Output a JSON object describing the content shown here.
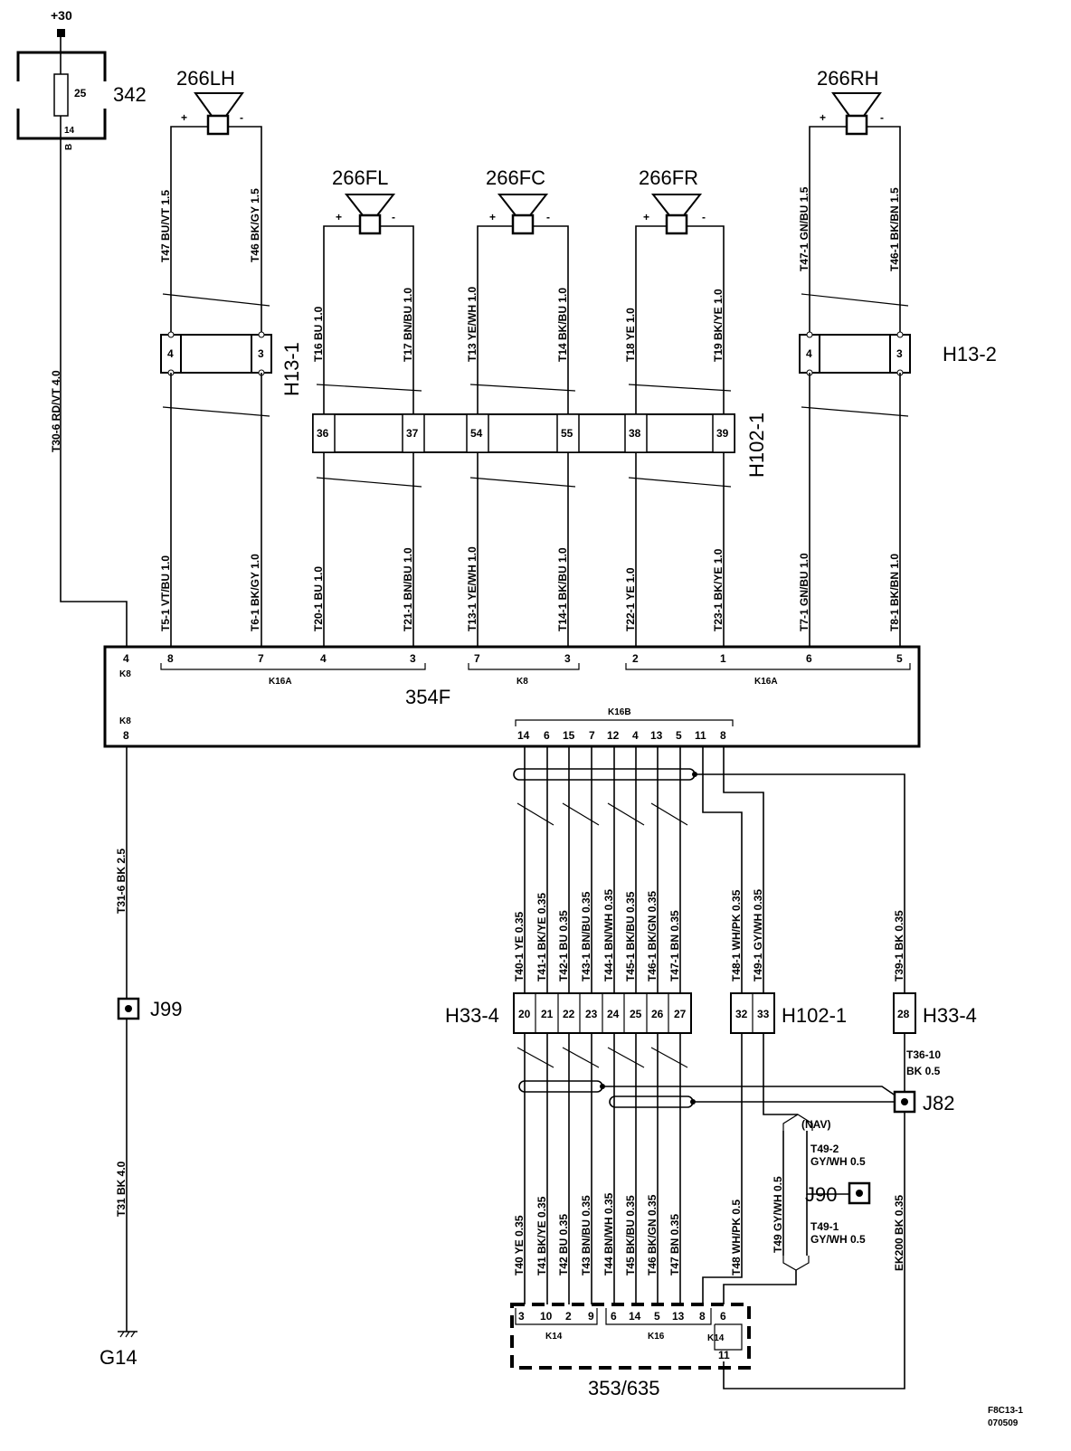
{
  "power": {
    "label": "+30"
  },
  "fuse": {
    "id": "342",
    "rating": "25",
    "pin": "14",
    "pin_letter": "B"
  },
  "speakers": {
    "lh": {
      "id": "266LH",
      "pos": "+",
      "neg": "-",
      "wire_pos": "T47  BU/VT  1.5",
      "wire_neg": "T46  BK/GY  1.5"
    },
    "fl": {
      "id": "266FL",
      "pos": "+",
      "neg": "-",
      "wire_pos": "T16  BU  1.0",
      "wire_neg": "T17  BN/BU  1.0"
    },
    "fc": {
      "id": "266FC",
      "pos": "+",
      "neg": "-",
      "wire_pos": "T13  YE/WH  1.0",
      "wire_neg": "T14  BK/BU  1.0"
    },
    "fr": {
      "id": "266FR",
      "pos": "+",
      "neg": "-",
      "wire_pos": "T18  YE  1.0",
      "wire_neg": "T19  BK/YE  1.0"
    },
    "rh": {
      "id": "266RH",
      "pos": "+",
      "neg": "-",
      "wire_pos": "T47-1  GN/BU  1.5",
      "wire_neg": "T46-1  BK/BN  1.5"
    }
  },
  "connectors": {
    "h13_1": {
      "label": "H13-1",
      "pins": [
        "4",
        "3"
      ]
    },
    "h13_2": {
      "label": "H13-2",
      "pins": [
        "4",
        "3"
      ]
    },
    "h102_1_top": {
      "label": "H102-1",
      "pins": [
        "36",
        "37",
        "54",
        "55",
        "38",
        "39"
      ]
    },
    "h33_4_main": {
      "label": "H33-4",
      "pins": [
        "20",
        "21",
        "22",
        "23",
        "24",
        "25",
        "26",
        "27"
      ]
    },
    "h102_1_bottom": {
      "label": "H102-1",
      "pins": [
        "32",
        "33"
      ]
    },
    "h33_4_right": {
      "label": "H33-4",
      "pins": [
        "28"
      ]
    }
  },
  "lower_wires_from_354": {
    "t5_1": "T5-1  VT/BU  1.0",
    "t6_1": "T6-1  BK/GY  1.0",
    "t20_1": "T20-1  BU  1.0",
    "t21_1": "T21-1  BN/BU  1.0",
    "t13_1": "T13-1  YE/WH  1.0",
    "t14_1": "T14-1  BK/BU  1.0",
    "t22_1": "T22-1  YE  1.0",
    "t23_1": "T23-1  BK/YE  1.0",
    "t7_1": "T7-1  GN/BU  1.0",
    "t8_1": "T8-1  BK/BN  1.0",
    "t30_6": "T30-6  RD/VT  4.0"
  },
  "module_354": {
    "id": "354F",
    "top_pins": [
      "4",
      "8",
      "7",
      "4",
      "3",
      "7",
      "3",
      "2",
      "1",
      "6",
      "5"
    ],
    "top_left_sub": "K8",
    "groups": [
      "K16A",
      "K8",
      "K16A"
    ],
    "bottom_left_sub": "K8",
    "bottom_left_pin": "8",
    "k16b_label": "K16B",
    "bottom_pins": [
      "14",
      "6",
      "15",
      "7",
      "12",
      "4",
      "13",
      "5",
      "11",
      "8"
    ]
  },
  "mid_wires": {
    "t31_6": "T31-6  BK  2.5",
    "t40_1": "T40-1  YE  0.35",
    "t41_1": "T41-1  BK/YE  0.35",
    "t42_1": "T42-1  BU  0.35",
    "t43_1": "T43-1  BN/BU  0.35",
    "t44_1": "T44-1  BN/WH  0.35",
    "t45_1": "T45-1  BK/BU  0.35",
    "t46_1": "T46-1  BK/GN  0.35",
    "t47_1": "T47-1  BN  0.35",
    "t48_1": "T48-1  WH/PK  0.35",
    "t49_1": "T49-1  GY/WH  0.35",
    "t39_1": "T39-1  BK  0.35"
  },
  "lower_wires": {
    "t31": "T31  BK  4.0",
    "t40": "T40  YE  0.35",
    "t41": "T41  BK/YE  0.35",
    "t42": "T42  BU  0.35",
    "t43": "T43  BN/BU  0.35",
    "t44": "T44  BN/WH  0.35",
    "t45": "T45  BK/BU  0.35",
    "t46": "T46  BK/GN  0.35",
    "t47": "T47  BN  0.35",
    "t48": "T48  WH/PK  0.5",
    "t49": "T49  GY/WH  0.5",
    "ek200": "EK200  BK  0.35",
    "t36_10_a": "T36-10",
    "t36_10_b": "BK 0.5",
    "t49_2_a": "T49-2",
    "t49_2_b": "GY/WH 0.5",
    "t49_1_a": "T49-1",
    "t49_1_b": "GY/WH 0.5",
    "nav": "(NAV)"
  },
  "splices": {
    "j99": "J99",
    "j82": "J82",
    "j90": "J90"
  },
  "ground": {
    "id": "G14"
  },
  "module_353": {
    "id": "353/635",
    "pins": [
      "3",
      "10",
      "2",
      "9",
      "6",
      "14",
      "5",
      "13",
      "8",
      "6"
    ],
    "pin_bottom": "11",
    "groups": [
      "K14",
      "K16",
      "K14"
    ]
  },
  "footer": {
    "code": "F8C13-1",
    "date": "070509"
  }
}
